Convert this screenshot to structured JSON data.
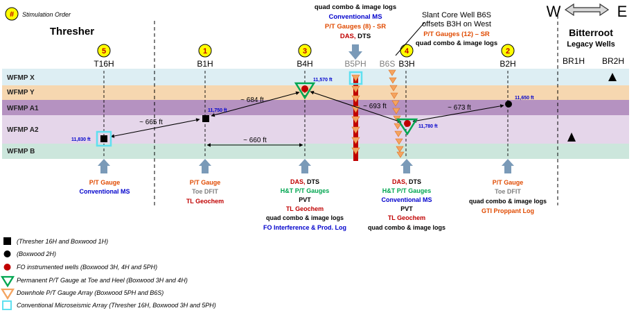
{
  "legend_top": {
    "symbol": "#",
    "label": "Stimulation Order"
  },
  "regions": {
    "left": "Thresher",
    "right_title": "Bitterroot",
    "right_sub": "Legacy Wells"
  },
  "compass": {
    "west": "W",
    "east": "E"
  },
  "layers": [
    "WFMP X",
    "WFMP Y",
    "WFMP A1",
    "WFMP A2",
    "WFMP B"
  ],
  "wells": [
    {
      "name": "T16H",
      "order": "5"
    },
    {
      "name": "B1H",
      "order": "1"
    },
    {
      "name": "B4H",
      "order": "3"
    },
    {
      "name": "B5PH",
      "order": ""
    },
    {
      "name": "B6S",
      "order": ""
    },
    {
      "name": "B3H",
      "order": "4"
    },
    {
      "name": "B2H",
      "order": "2"
    },
    {
      "name": "BR1H",
      "order": ""
    },
    {
      "name": "BR2H",
      "order": ""
    }
  ],
  "depths": {
    "t16h": "11,830 ft",
    "b1h": "11,750 ft",
    "b4h": "11,570 ft",
    "b3h": "11,780 ft",
    "b2h": "11,650 ft"
  },
  "spacings": {
    "s1": "~ 665 ft",
    "s2": "~ 684 ft",
    "s3": "~ 660 ft",
    "s4": "~ 693 ft",
    "s5": "~ 673 ft"
  },
  "b5ph_top": {
    "line1": "quad combo & image logs",
    "line2": "Conventional MS",
    "line3": "P/T Gauges (8) - SR",
    "line4_a": "DAS,",
    "line4_b": " DTS"
  },
  "b6s_top": {
    "line1": "Slant Core Well B6S",
    "line2": "offsets B3H on West",
    "line3": "P/T Gauges (12) – SR",
    "line4": "quad combo & image logs"
  },
  "bottom": {
    "t16h": [
      "P/T Gauge",
      "Conventional MS"
    ],
    "b1h": [
      "P/T Gauge",
      "Toe DFIT",
      "TL Geochem"
    ],
    "b4h_das_a": "DAS,",
    "b4h_das_b": " DTS",
    "b4h": [
      "H&T P/T Gauges",
      "PVT",
      "TL Geochem",
      "quad combo & image logs",
      "FO Interference & Prod. Log"
    ],
    "b3h_das_a": "DAS,",
    "b3h_das_b": " DTS",
    "b3h": [
      "H&T P/T Gauges",
      "Conventional MS",
      "PVT",
      "TL Geochem",
      "quad combo & image logs"
    ],
    "b2h": [
      "P/T Gauge",
      "Toe DFIT",
      "quad combo & image logs",
      "GTI Proppant Log"
    ]
  },
  "legend": [
    {
      "icon": "black-square",
      "label": "(Thresher 16H and Boxwood 1H)"
    },
    {
      "icon": "black-circle",
      "label": "(Boxwood 2H)"
    },
    {
      "icon": "red-circle",
      "label": "FO instrumented wells (Boxwood 3H, 4H and 5PH)"
    },
    {
      "icon": "green-triangle",
      "label": "Permanent  P/T Gauge at Toe and Heel  (Boxwood 3H and 4H)"
    },
    {
      "icon": "orange-triangle",
      "label": "Downhole P/T Gauge Array  (Boxwood 5PH and B6S)"
    },
    {
      "icon": "cyan-square",
      "label": "Conventional Microseismic Array  (Thresher 16H, Boxwood 3H and 5PH)"
    }
  ],
  "colors": {
    "layer_x": "#ddeef3",
    "layer_y": "#f6d7b0",
    "layer_a1": "#b592c1",
    "layer_a2": "#e5d6ea",
    "layer_b": "#cce6dc",
    "order_badge": "#ffff00",
    "order_text": "#c00000",
    "blue_text": "#0000cc",
    "red_text": "#c00000",
    "orange_text": "#e04a00",
    "green_text": "#00a650",
    "gray_text": "#7f7f7f",
    "well_arrow": "#7a9ab8",
    "gauge_orange": "#f4a460",
    "fiber_red": "#c00000",
    "cyan": "#5fe0f0",
    "tri_green": "#00a651"
  }
}
